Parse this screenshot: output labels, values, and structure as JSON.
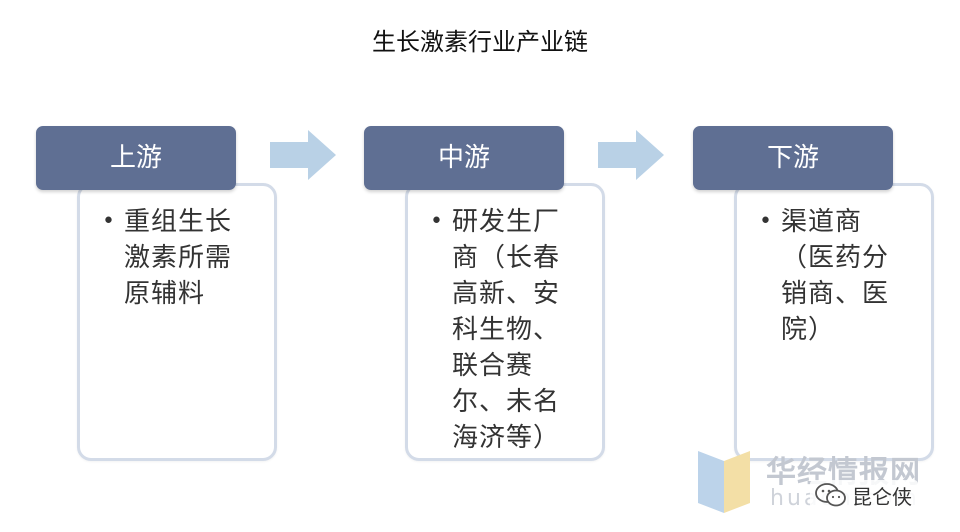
{
  "title": "生长激素行业产业链",
  "stages": [
    {
      "header": "上游",
      "text": "重组生长激素所需原辅料"
    },
    {
      "header": "中游",
      "text": "研发生厂商（长春高新、安科生物、联合赛尔、未名海济等）"
    },
    {
      "header": "下游",
      "text": "渠道商（医药分销商、医院）"
    }
  ],
  "bullet": "•",
  "watermark": {
    "brand_cn": "华经情报网",
    "brand_en": "huaon.com",
    "account": "昆仑侠"
  },
  "colors": {
    "header_fill": "#5f6f93",
    "box_border": "#d3dbe8",
    "arrow_fill": "#b9d1e6"
  },
  "icons": [
    "right-arrow-icon",
    "wechat-icon",
    "huajing-logo-icon"
  ]
}
